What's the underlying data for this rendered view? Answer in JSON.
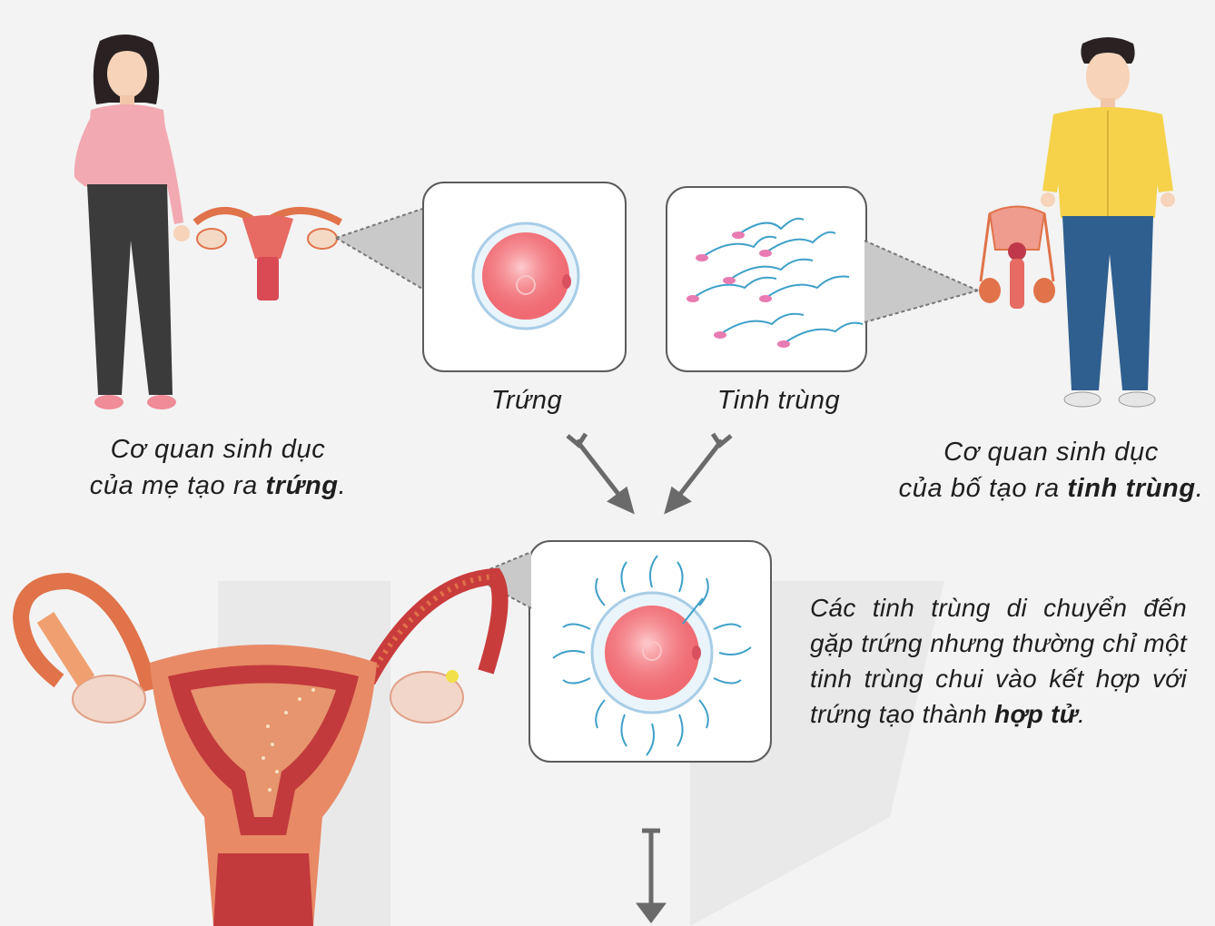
{
  "labels": {
    "egg": "Trứng",
    "sperm": "Tinh trùng"
  },
  "captions": {
    "mother_line1": "Cơ quan sinh dục",
    "mother_line2_prefix": "của mẹ tạo ra ",
    "mother_line2_bold": "trứng",
    "mother_line2_suffix": ".",
    "father_line1": "Cơ quan sinh dục",
    "father_line2_prefix": "của bố tạo ra ",
    "father_line2_bold": "tinh trùng",
    "father_line2_suffix": "."
  },
  "description": {
    "text": "Các tinh trùng di chuyển đến gặp trứng nhưng thường chỉ một tinh trùng chui vào kết hợp với trứng tạo thành ",
    "bold": "hợp tử",
    "end": "."
  },
  "colors": {
    "panel_border": "#5c5c5c",
    "egg": "#f06a72",
    "egg_ring": "#a8cde6",
    "sperm_head": "#e87bb2",
    "sperm_tail": "#3ea0c8",
    "organ": "#e0734a",
    "arrow": "#6a6a6a",
    "shirt_female": "#f2a9b1",
    "pants_female": "#3b3b3b",
    "shirt_male": "#f5d24a",
    "pants_male": "#2f5f8f"
  }
}
